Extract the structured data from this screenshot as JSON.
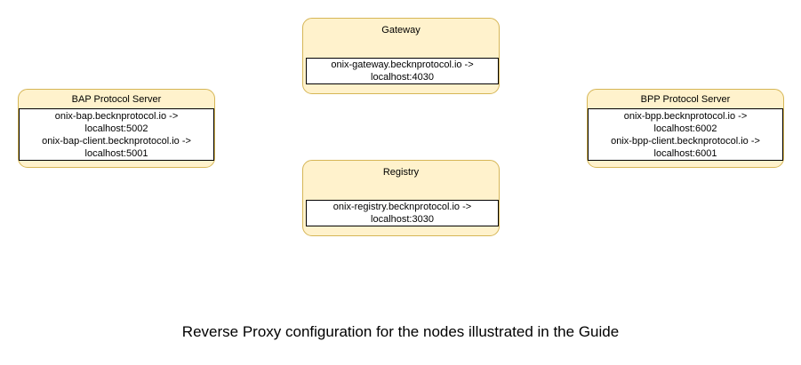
{
  "caption": "Reverse Proxy configuration for the nodes illustrated in the Guide",
  "colors": {
    "node_fill": "#fff2cc",
    "node_border": "#d6b656",
    "panel_fill": "#ffffff",
    "panel_border": "#000000",
    "text": "#000000",
    "background": "#ffffff"
  },
  "nodes": {
    "gateway": {
      "title": "Gateway",
      "mappings": [
        {
          "source": "onix-gateway.becknprotocol.io ->",
          "target": "localhost:4030"
        }
      ]
    },
    "registry": {
      "title": "Registry",
      "mappings": [
        {
          "source": "onix-registry.becknprotocol.io ->",
          "target": "localhost:3030"
        }
      ]
    },
    "bap": {
      "title": "BAP Protocol Server",
      "mappings": [
        {
          "source": "onix-bap.becknprotocol.io ->",
          "target": "localhost:5002"
        },
        {
          "source": "onix-bap-client.becknprotocol.io ->",
          "target": "localhost:5001"
        }
      ]
    },
    "bpp": {
      "title": "BPP Protocol Server",
      "mappings": [
        {
          "source": "onix-bpp.becknprotocol.io ->",
          "target": "localhost:6002"
        },
        {
          "source": "onix-bpp-client.becknprotocol.io ->",
          "target": "localhost:6001"
        }
      ]
    }
  }
}
